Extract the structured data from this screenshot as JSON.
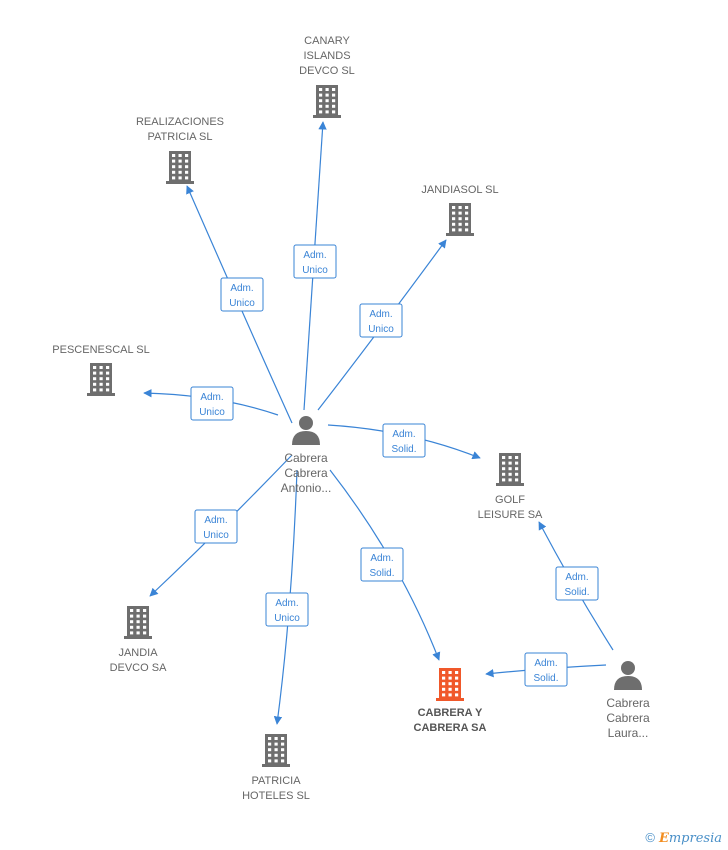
{
  "diagram": {
    "companies": [
      {
        "id": "canary",
        "label_lines": [
          "CANARY",
          "ISLANDS",
          "DEVCO SL"
        ]
      },
      {
        "id": "realizaciones",
        "label_lines": [
          "REALIZACIONES",
          "PATRICIA SL"
        ]
      },
      {
        "id": "jandiasol",
        "label_lines": [
          "JANDIASOL SL"
        ]
      },
      {
        "id": "pescenescal",
        "label_lines": [
          "PESCENESCAL SL"
        ]
      },
      {
        "id": "golf",
        "label_lines": [
          "GOLF",
          "LEISURE SA"
        ]
      },
      {
        "id": "jandia",
        "label_lines": [
          "JANDIA",
          "DEVCO SA"
        ]
      },
      {
        "id": "patricia",
        "label_lines": [
          "PATRICIA",
          "HOTELES SL"
        ]
      },
      {
        "id": "cabrera_sa",
        "label_lines": [
          "CABRERA Y",
          "CABRERA SA"
        ],
        "focus": true
      }
    ],
    "people": [
      {
        "id": "antonio",
        "label_lines": [
          "Cabrera",
          "Cabrera",
          "Antonio..."
        ]
      },
      {
        "id": "laura",
        "label_lines": [
          "Cabrera",
          "Cabrera",
          "Laura..."
        ]
      }
    ],
    "edges": [
      {
        "from": "antonio",
        "to": "realizaciones",
        "role_lines": [
          "Adm.",
          "Unico"
        ]
      },
      {
        "from": "antonio",
        "to": "canary",
        "role_lines": [
          "Adm.",
          "Unico"
        ]
      },
      {
        "from": "antonio",
        "to": "jandiasol",
        "role_lines": [
          "Adm.",
          "Unico"
        ]
      },
      {
        "from": "antonio",
        "to": "pescenescal",
        "role_lines": [
          "Adm.",
          "Unico"
        ]
      },
      {
        "from": "antonio",
        "to": "golf",
        "role_lines": [
          "Adm.",
          "Solid."
        ]
      },
      {
        "from": "antonio",
        "to": "jandia",
        "role_lines": [
          "Adm.",
          "Unico"
        ]
      },
      {
        "from": "antonio",
        "to": "patricia",
        "role_lines": [
          "Adm.",
          "Unico"
        ]
      },
      {
        "from": "antonio",
        "to": "cabrera_sa",
        "role_lines": [
          "Adm.",
          "Solid."
        ]
      },
      {
        "from": "laura",
        "to": "golf",
        "role_lines": [
          "Adm.",
          "Solid."
        ]
      },
      {
        "from": "laura",
        "to": "cabrera_sa",
        "role_lines": [
          "Adm.",
          "Solid."
        ]
      }
    ]
  },
  "colors": {
    "edge": "#3a84d6",
    "building": "#6e6e6e",
    "building_focus": "#f0582a",
    "person": "#6e6e6e"
  },
  "footer": {
    "copyright": "©",
    "brand_initial": "E",
    "brand_rest": "mpresia"
  }
}
